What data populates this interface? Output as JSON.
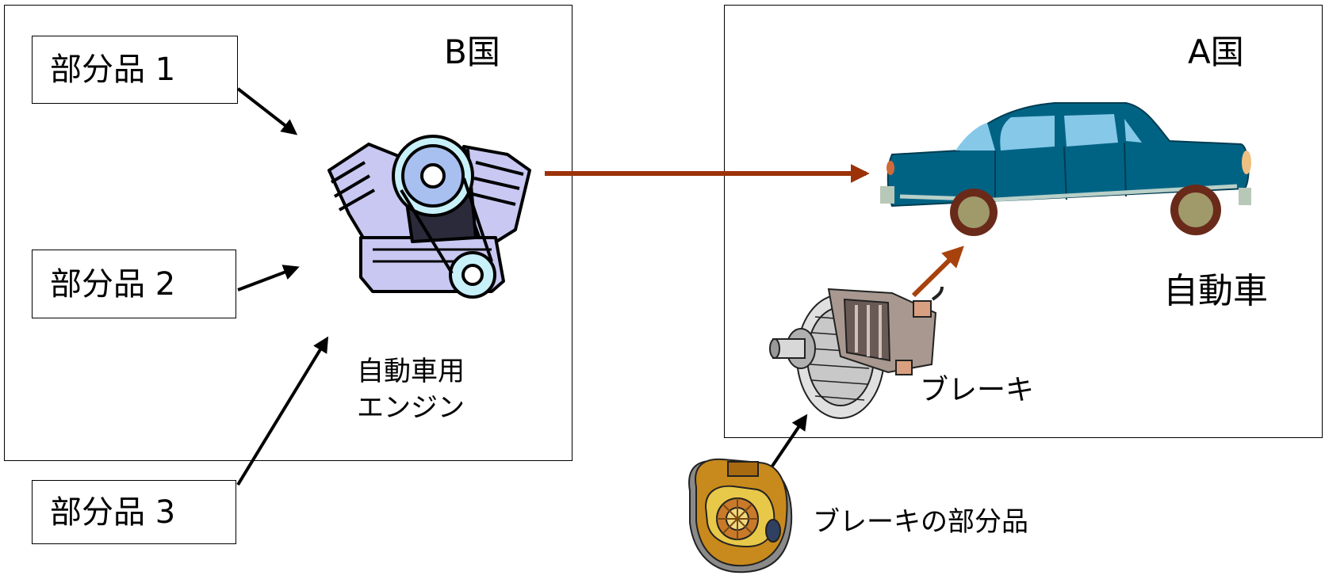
{
  "countries": {
    "b_label": "B国",
    "a_label": "A国"
  },
  "parts": [
    {
      "label": "部分品 1"
    },
    {
      "label": "部分品 2"
    },
    {
      "label": "部分品 3"
    }
  ],
  "engine": {
    "label_line1": "自動車用",
    "label_line2": "エンジン"
  },
  "car": {
    "label": "自動車"
  },
  "brake": {
    "label": "ブレーキ"
  },
  "brake_part": {
    "label": "ブレーキの部分品"
  },
  "colors": {
    "export_arrow": "#9b3208",
    "brake_arrow": "#a8420d",
    "part_arrows": "#000000",
    "car_body": "#006384",
    "engine_body": "#c8c8f2",
    "turbo_body": "#c88a1c"
  }
}
